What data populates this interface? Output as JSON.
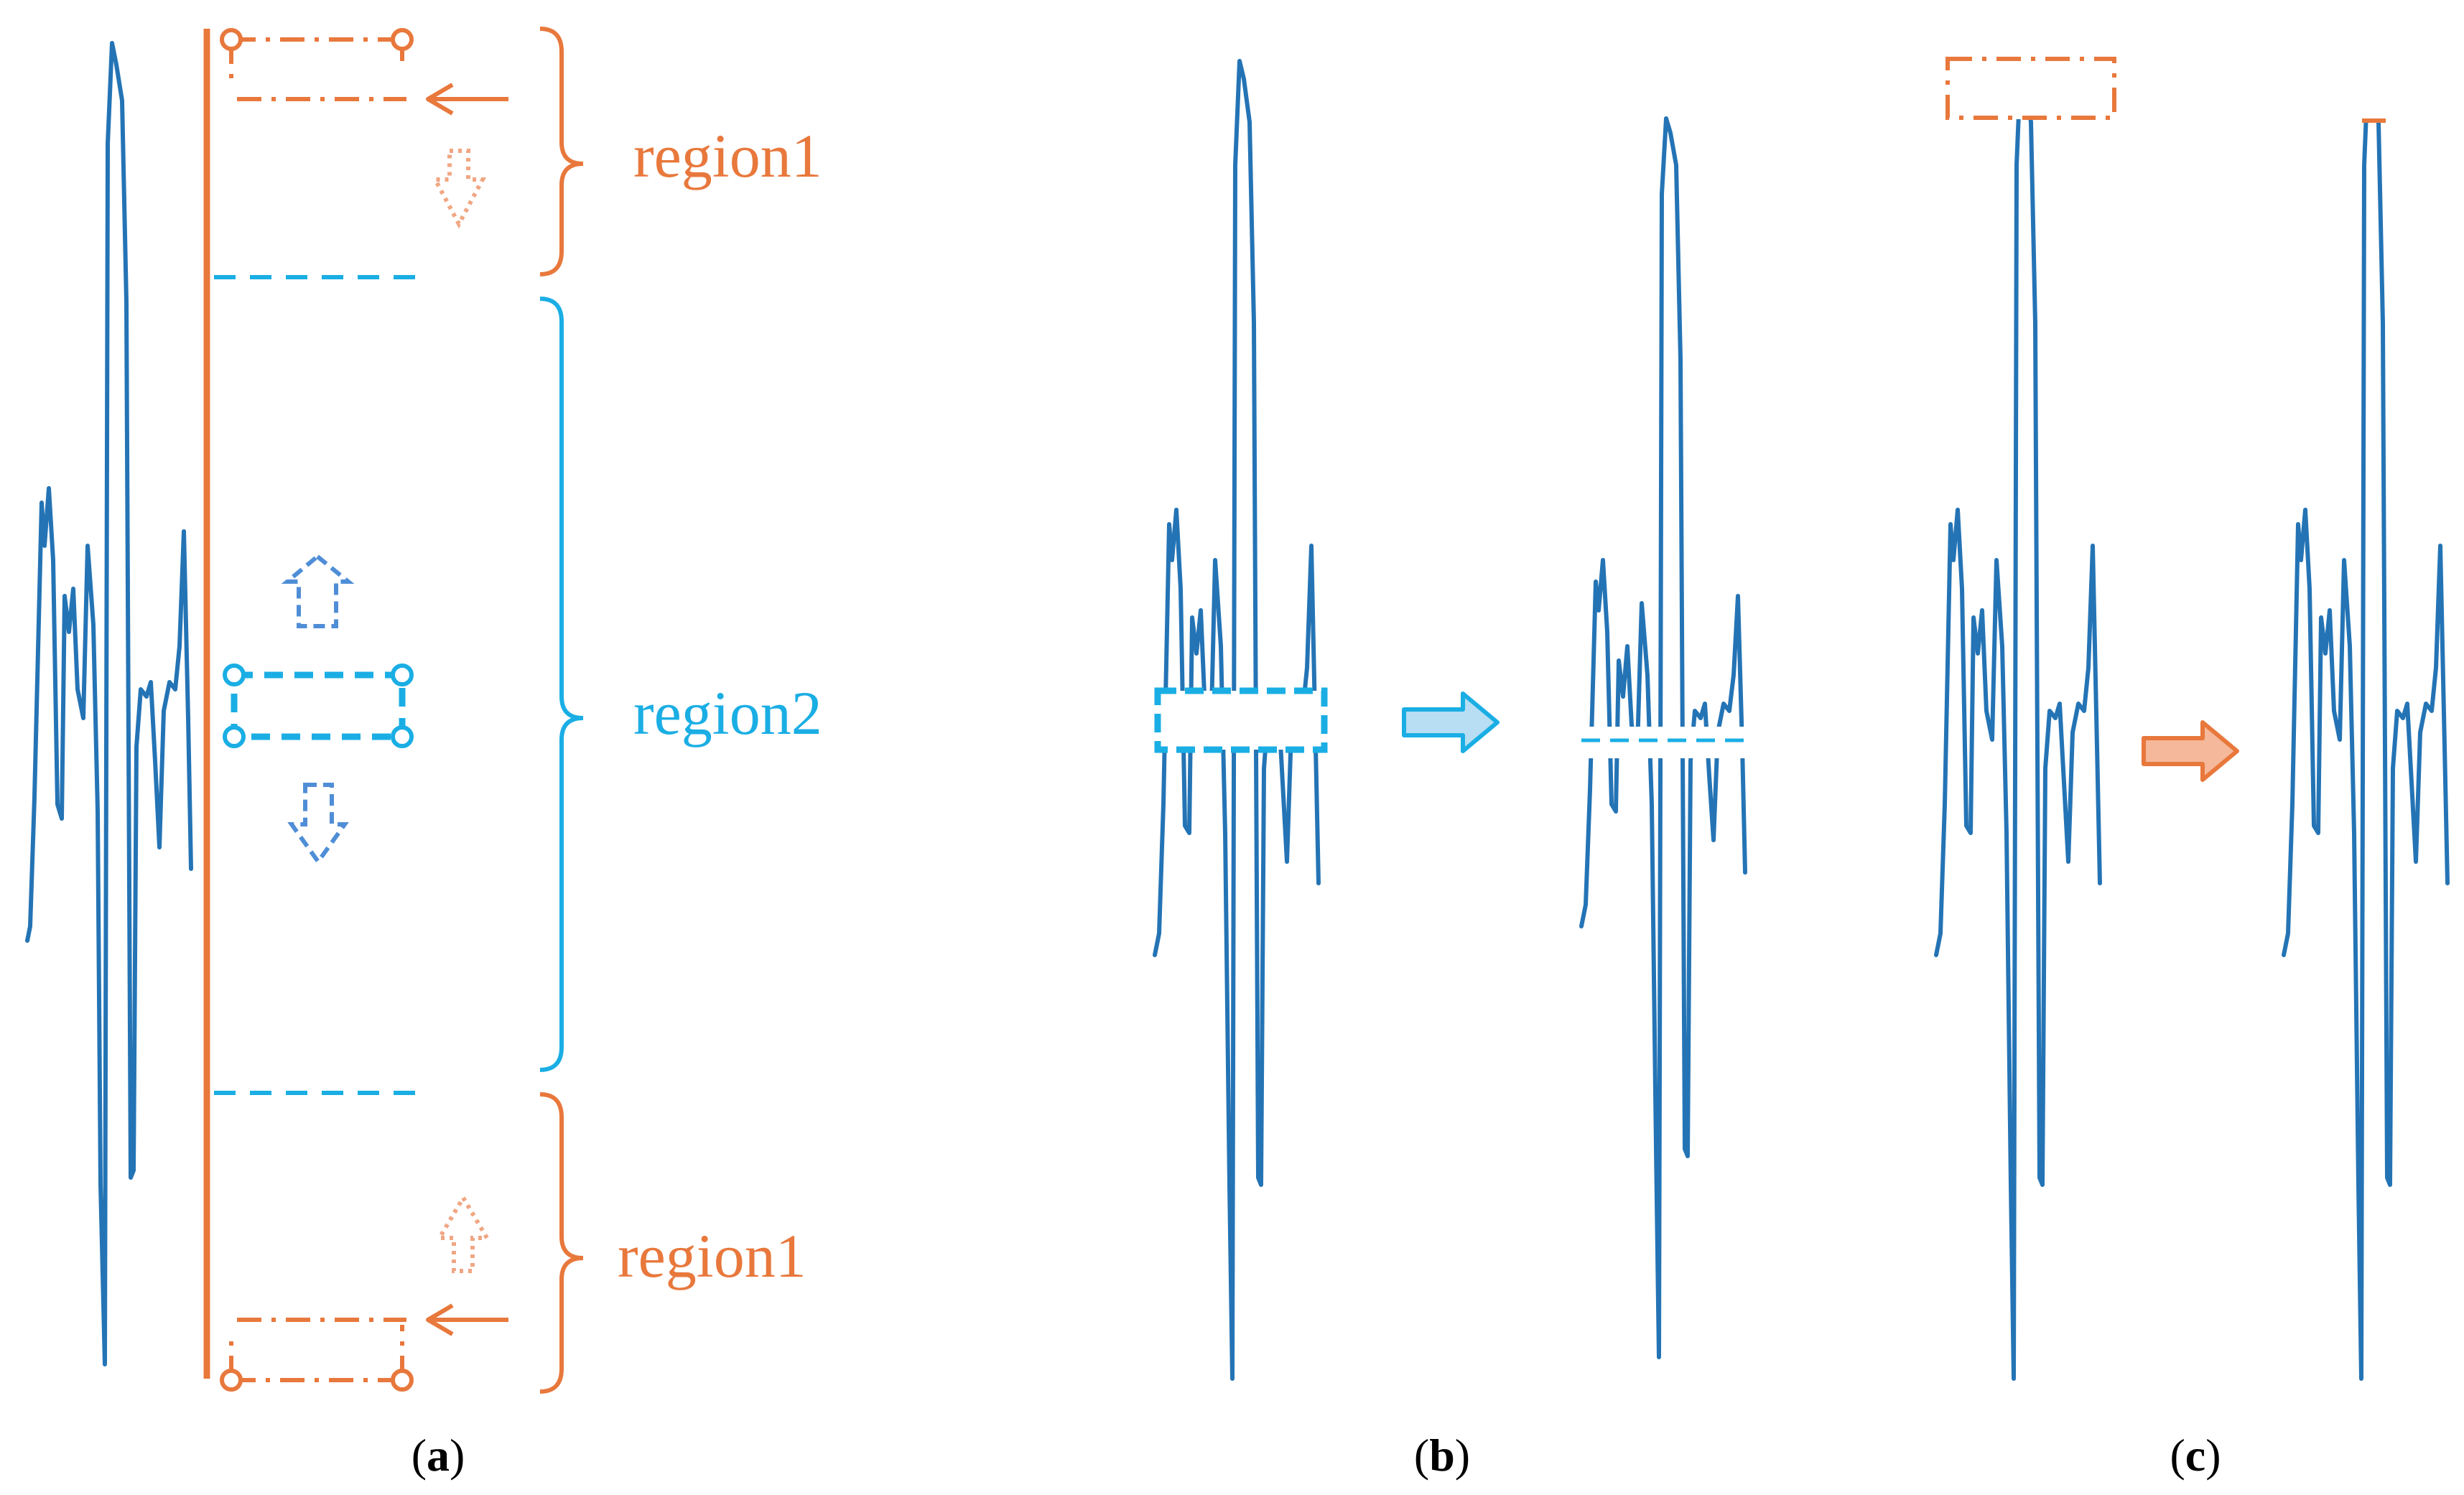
{
  "colors": {
    "signal": "#2474b5",
    "region1": "#e8783c",
    "region2": "#1aaee4",
    "arrow_blue": "#4f8ed6",
    "arrow_orange_light": "#f0a683",
    "fill_blue": "#b7def2",
    "fill_orange": "#f5b89b"
  },
  "labels": {
    "region1_top": "region1",
    "region2": "region2",
    "region1_bottom": "region1"
  },
  "captions": {
    "a_open": "(",
    "a_letter": "a",
    "a_close": ")",
    "b_open": "(",
    "b_letter": "b",
    "b_close": ")",
    "c_open": "(",
    "c_letter": "c",
    "c_close": ")"
  },
  "icons": {
    "arrow_left": "arrow-left-icon",
    "arrow_down": "dashed-arrow-down-icon",
    "arrow_up": "dashed-arrow-up-icon",
    "arrow_right": "block-arrow-right-icon"
  }
}
